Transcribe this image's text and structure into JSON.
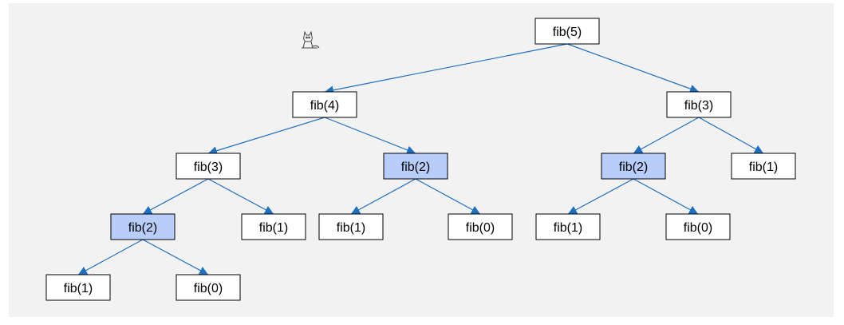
{
  "diagram": {
    "colors": {
      "background": "#f2f2f2",
      "node_fill": "#ffffff",
      "node_highlight_fill": "#b8cdfa",
      "node_border": "#000000",
      "edge": "#1f6fc0"
    },
    "decoration_icon": "cat-sketch-icon",
    "nodes": [
      {
        "id": "n0",
        "label": "fib(5)",
        "highlight": false
      },
      {
        "id": "n1",
        "label": "fib(4)",
        "highlight": false
      },
      {
        "id": "n2",
        "label": "fib(3)",
        "highlight": false
      },
      {
        "id": "n3",
        "label": "fib(3)",
        "highlight": false
      },
      {
        "id": "n4",
        "label": "fib(2)",
        "highlight": true
      },
      {
        "id": "n5",
        "label": "fib(2)",
        "highlight": true
      },
      {
        "id": "n6",
        "label": "fib(1)",
        "highlight": false
      },
      {
        "id": "n7",
        "label": "fib(2)",
        "highlight": true
      },
      {
        "id": "n8",
        "label": "fib(1)",
        "highlight": false
      },
      {
        "id": "n9",
        "label": "fib(1)",
        "highlight": false
      },
      {
        "id": "n10",
        "label": "fib(0)",
        "highlight": false
      },
      {
        "id": "n11",
        "label": "fib(1)",
        "highlight": false
      },
      {
        "id": "n12",
        "label": "fib(0)",
        "highlight": false
      },
      {
        "id": "n13",
        "label": "fib(1)",
        "highlight": false
      },
      {
        "id": "n14",
        "label": "fib(0)",
        "highlight": false
      }
    ],
    "edges": [
      [
        "n0",
        "n1"
      ],
      [
        "n0",
        "n2"
      ],
      [
        "n1",
        "n3"
      ],
      [
        "n1",
        "n4"
      ],
      [
        "n2",
        "n5"
      ],
      [
        "n2",
        "n6"
      ],
      [
        "n3",
        "n7"
      ],
      [
        "n3",
        "n8"
      ],
      [
        "n4",
        "n9"
      ],
      [
        "n4",
        "n10"
      ],
      [
        "n5",
        "n11"
      ],
      [
        "n5",
        "n12"
      ],
      [
        "n7",
        "n13"
      ],
      [
        "n7",
        "n14"
      ]
    ]
  }
}
